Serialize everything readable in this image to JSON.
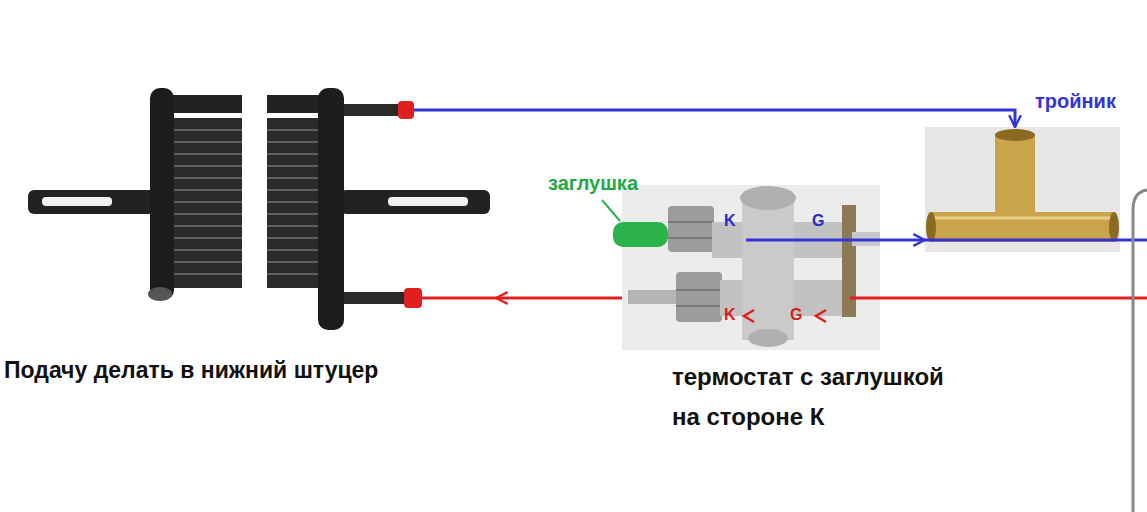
{
  "diagram": {
    "nodes": [
      {
        "text": [
          "Подачу делать в нижний штуцер"
        ]
      },
      {
        "text": [
          "термостат с заглушкой на стороне К"
        ]
      },
      {
        "text": [
          "тройник"
        ]
      }
    ],
    "edges": [
      {
        "from": 0,
        "to": 2,
        "arrow": "to"
      },
      {
        "from": 1,
        "to": 0,
        "arrow": "to"
      },
      {
        "from": 1,
        "to": 2,
        "arrow": "to"
      }
    ],
    "labels": [
      "заглушка",
      "K",
      "G",
      "K",
      "G"
    ]
  }
}
